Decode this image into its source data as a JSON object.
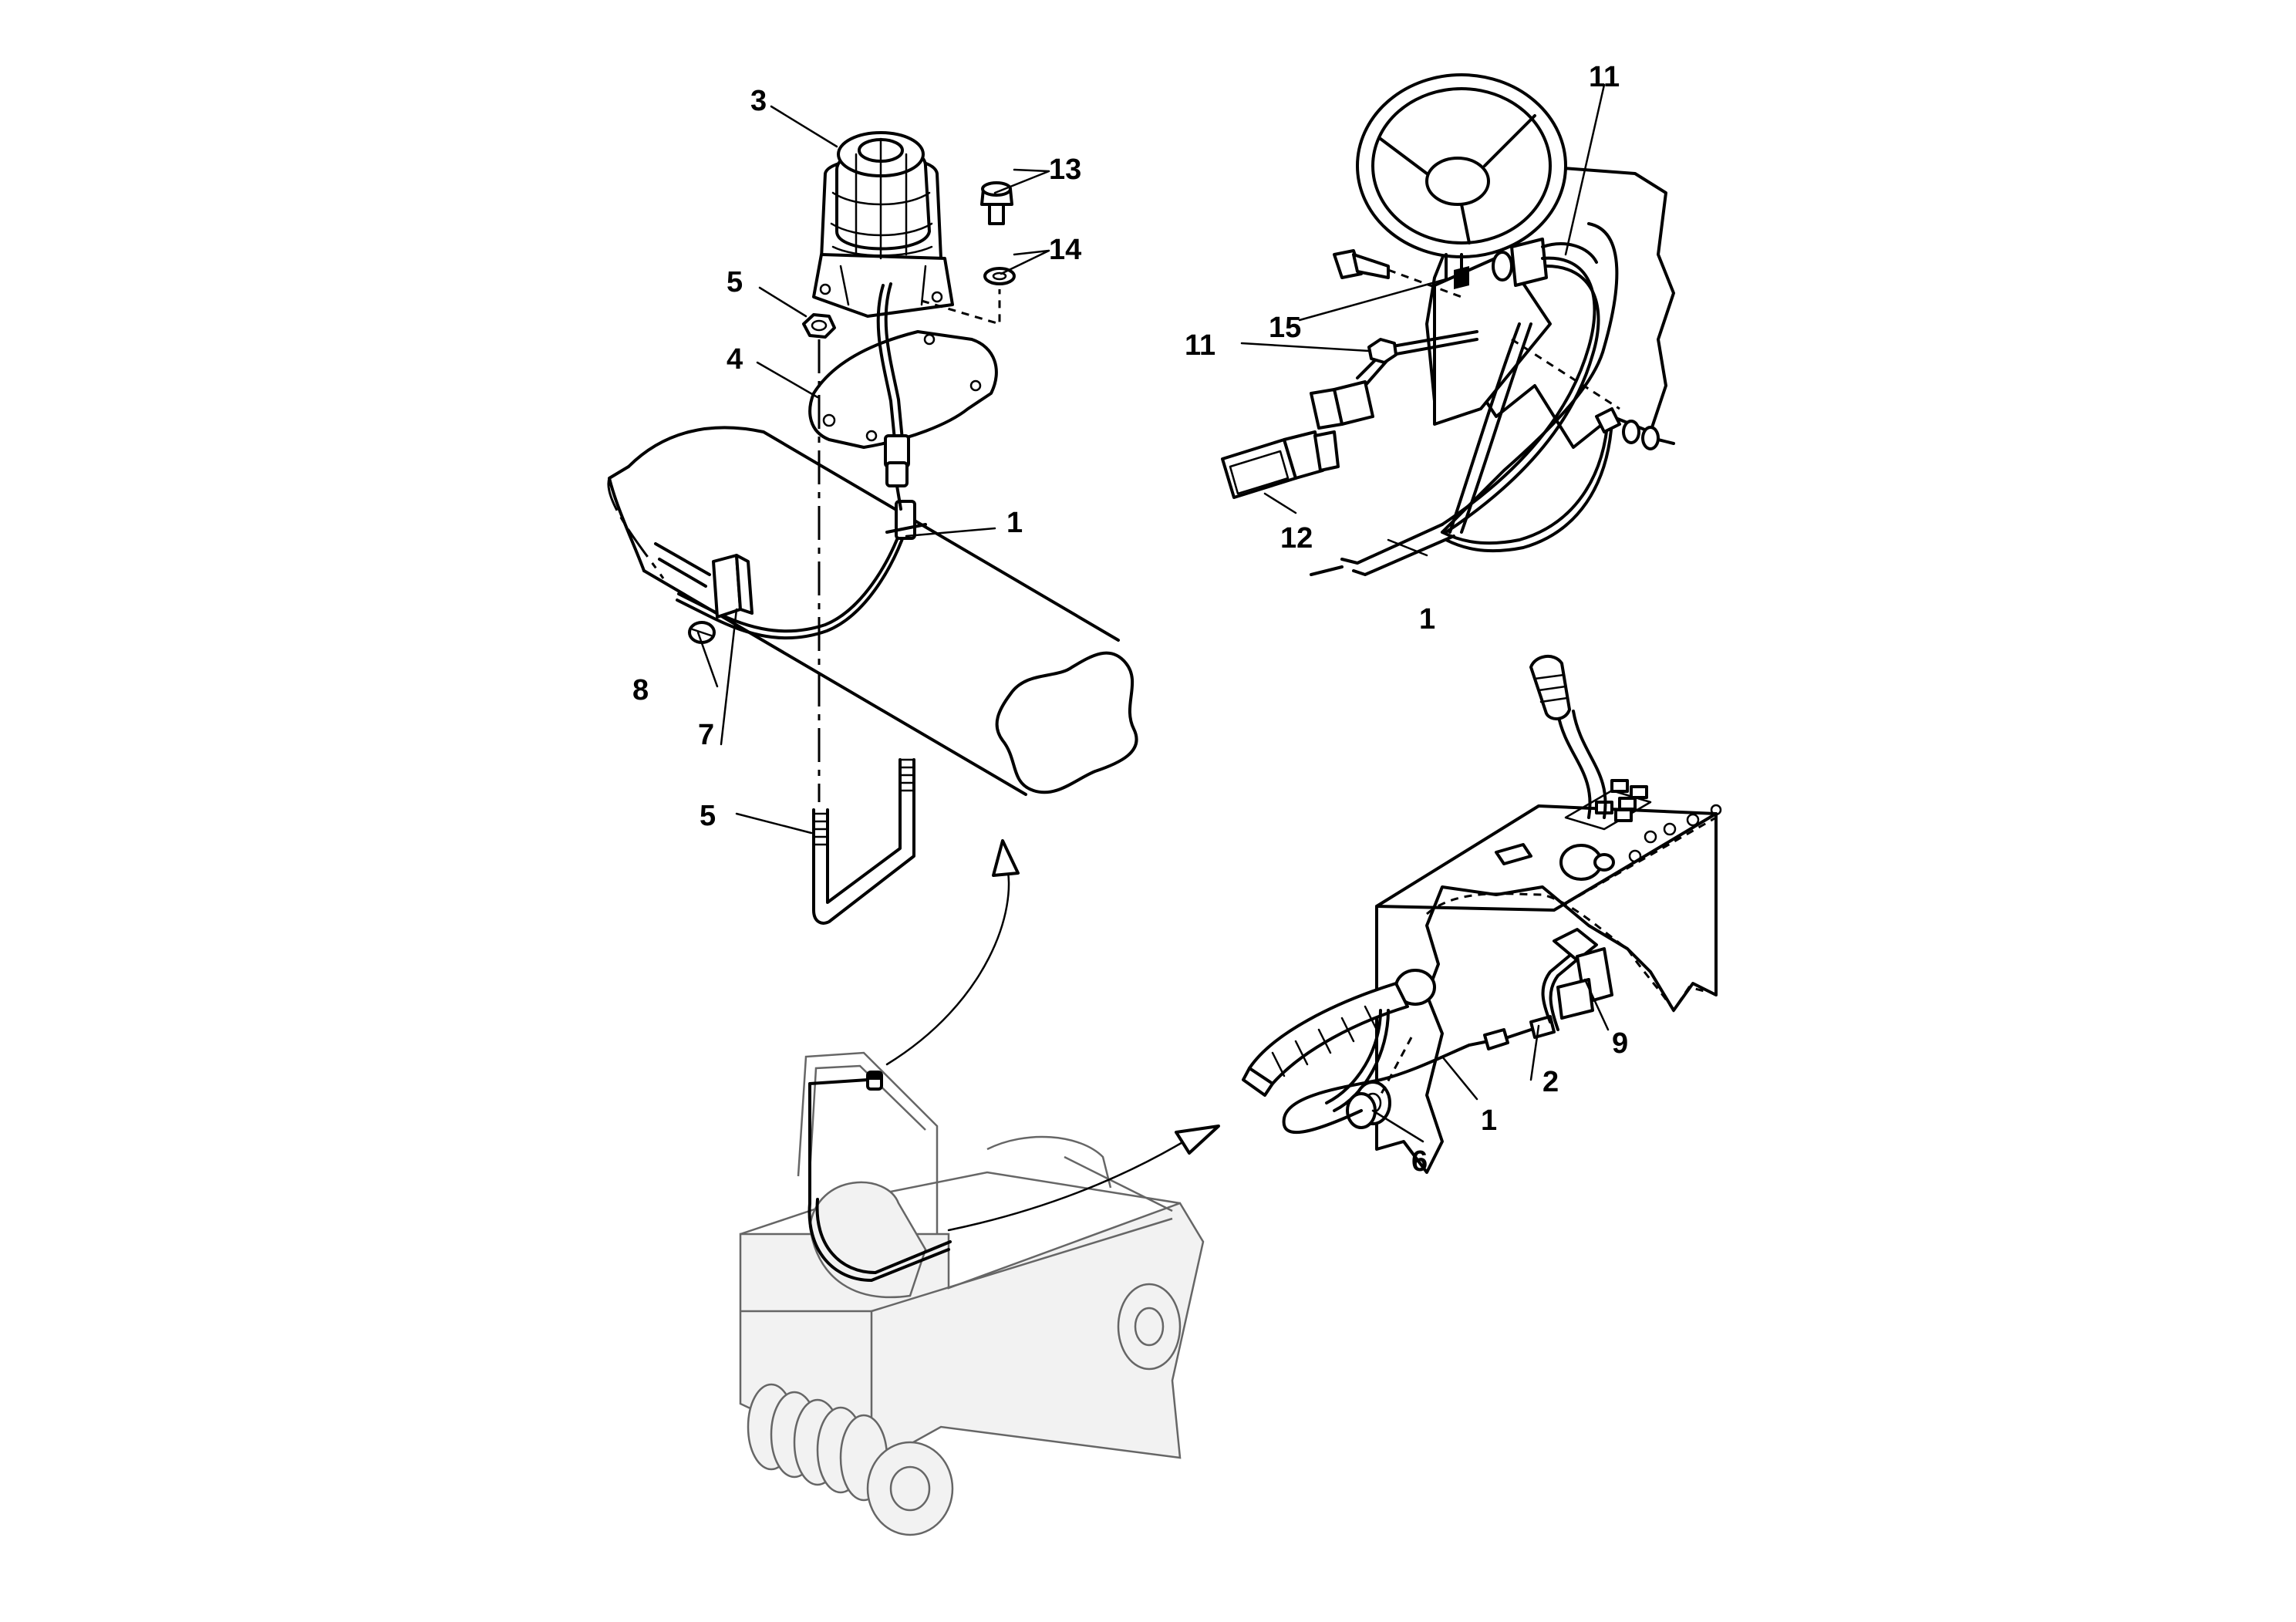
{
  "diagram": {
    "callouts": {
      "a1": "1",
      "a3": "3",
      "a4": "4",
      "a5top": "5",
      "a5bot": "5",
      "a7": "7",
      "a8": "8",
      "a13": "13",
      "a14": "14",
      "b11top": "11",
      "b11mid": "11",
      "b15": "15",
      "b12": "12",
      "b1": "1",
      "c9": "9",
      "c2": "2",
      "c1": "1",
      "c6": "6"
    }
  }
}
